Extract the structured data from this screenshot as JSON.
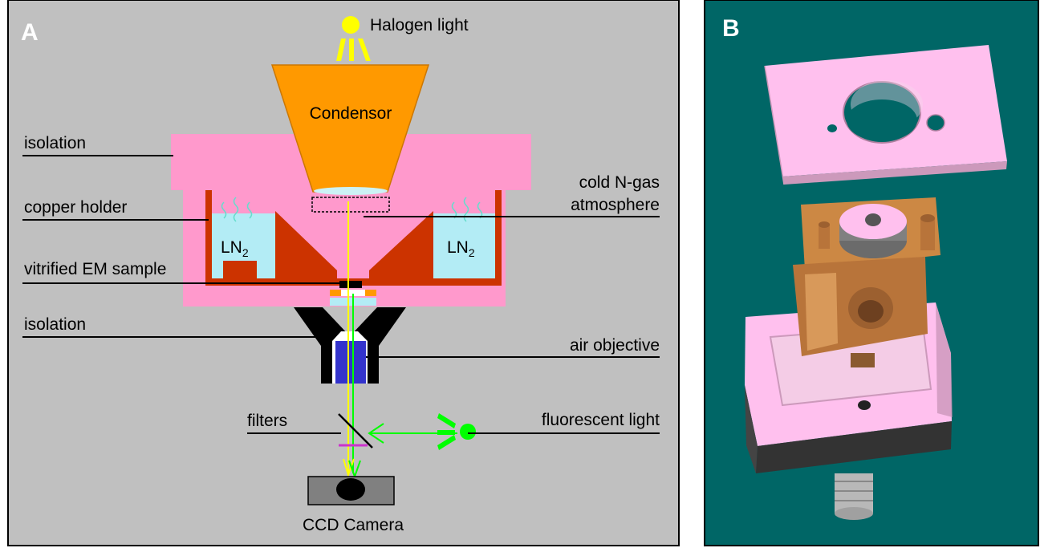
{
  "panel_a": {
    "letter": "A",
    "labels": {
      "halogen": "Halogen light",
      "condensor": "Condensor",
      "isolation_top": "isolation",
      "copper_holder": "copper holder",
      "cold_gas_1": "cold N-gas",
      "cold_gas_2": "atmosphere",
      "ln2_left": "LN",
      "ln2_right": "LN",
      "ln2_sub": "2",
      "sample": "vitrified EM sample",
      "isolation_bottom": "isolation",
      "air_objective": "air objective",
      "filters": "filters",
      "fluorescent": "fluorescent light",
      "ccd": "CCD Camera"
    },
    "colors": {
      "background": "#c0c0c0",
      "isolation": "#ff99cc",
      "copper": "#cc3300",
      "ln2": "#b3ecf5",
      "condensor": "#ff9900",
      "halogen": "#ffff00",
      "fluorescent": "#00ff00",
      "objective": "#3333cc",
      "filter": "#cc33cc"
    }
  },
  "panel_b": {
    "letter": "B",
    "colors": {
      "background": "#006666",
      "plate": "#ffc0ee",
      "copper": "#cc8844",
      "base": "#333333"
    }
  }
}
